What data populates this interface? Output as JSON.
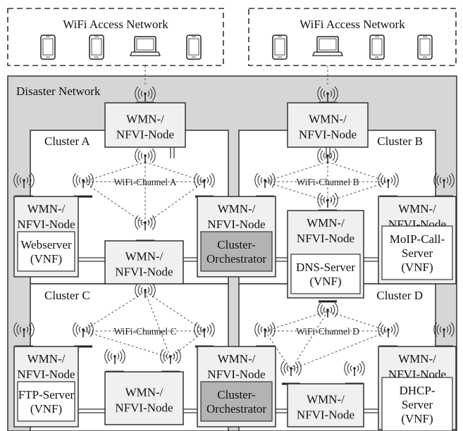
{
  "colors": {
    "disaster_bg": "#d6d6d6",
    "node_bg": "#f0f0f0",
    "orchestrator_bg": "#b3b3b3",
    "line": "#333333",
    "white": "#ffffff"
  },
  "access_networks": [
    {
      "label": "WiFi Access Network",
      "devices": [
        "phone-icon",
        "phone-icon",
        "laptop-icon",
        "phone-icon"
      ]
    },
    {
      "label": "WiFi Access Network",
      "devices": [
        "phone-icon",
        "laptop-icon",
        "phone-icon",
        "phone-icon"
      ]
    }
  ],
  "disaster_network": {
    "label": "Disaster Network"
  },
  "clusters": [
    {
      "label": "Cluster A"
    },
    {
      "label": "Cluster B"
    },
    {
      "label": "Cluster C"
    },
    {
      "label": "Cluster D"
    }
  ],
  "channels": [
    {
      "label": "WiFi-Channel A"
    },
    {
      "label": "WiFi-Channel B"
    },
    {
      "label": "WiFi-Channel C"
    },
    {
      "label": "WiFi-Channel D"
    }
  ],
  "node_title": [
    "WMN-/",
    "NFVI-Node"
  ],
  "nodes": [
    {
      "id": "a-top",
      "service": []
    },
    {
      "id": "b-top",
      "service": []
    },
    {
      "id": "a-left",
      "service": [
        "Webserver",
        "(VNF)"
      ]
    },
    {
      "id": "a-center",
      "service": []
    },
    {
      "id": "a-right",
      "service": [
        "Cluster-",
        "Orchestrator"
      ],
      "orchestrator": true
    },
    {
      "id": "b-left",
      "service": [
        "DNS-Server",
        "(VNF)"
      ]
    },
    {
      "id": "b-right",
      "service": [
        "MoIP-Call-",
        "Server",
        "(VNF)"
      ]
    },
    {
      "id": "c-left",
      "service": [
        "FTP-Server",
        "(VNF)"
      ]
    },
    {
      "id": "c-center",
      "service": []
    },
    {
      "id": "c-right",
      "service": [
        "Cluster-",
        "Orchestrator"
      ],
      "orchestrator": true
    },
    {
      "id": "d-center",
      "service": []
    },
    {
      "id": "d-right",
      "service": [
        "DHCP-",
        "Server",
        "(VNF)"
      ]
    }
  ]
}
